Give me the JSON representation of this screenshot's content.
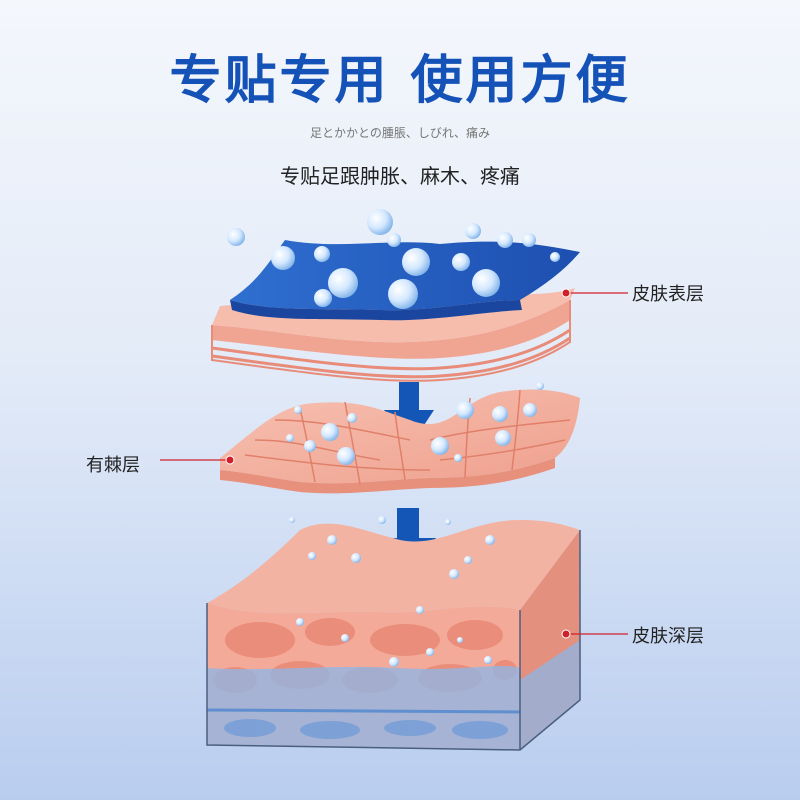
{
  "headline": "专贴专用 使用方便",
  "subtitle_jp": "足とかかとの腫脹、しびれ、痛み",
  "subtitle_cn": "专贴足跟肿胀、麻木、疼痛",
  "labels": {
    "surface": "皮肤表层",
    "spinous": "有棘层",
    "deep": "皮肤深层"
  },
  "colors": {
    "headline": "#1452b8",
    "patch": "#1e64c8",
    "skin": "#f5b3a4",
    "deep_skin": "#e99583",
    "fluid": "#8fb6e6",
    "arrow": "#1356b5",
    "leader_dot": "#d0202a"
  }
}
